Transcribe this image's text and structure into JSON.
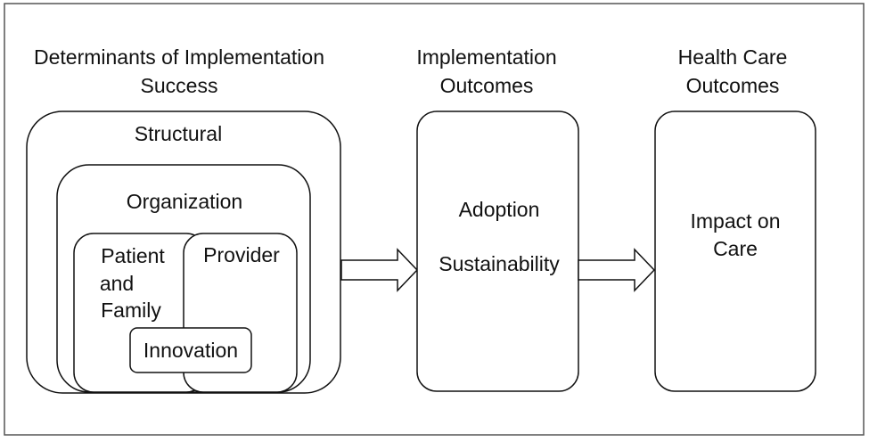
{
  "headers": {
    "determinants": [
      "Determinants of Implementation",
      "Success"
    ],
    "implementation_outcomes": [
      "Implementation",
      "Outcomes"
    ],
    "health_care_outcomes": [
      "Health Care",
      "Outcomes"
    ]
  },
  "boxes": {
    "structural": "Structural",
    "organization": "Organization",
    "patient_family": [
      "Patient",
      "and",
      "Family"
    ],
    "provider": "Provider",
    "innovation": "Innovation",
    "adoption": "Adoption",
    "sustainability": "Sustainability",
    "impact": [
      "Impact on",
      "Care"
    ]
  }
}
